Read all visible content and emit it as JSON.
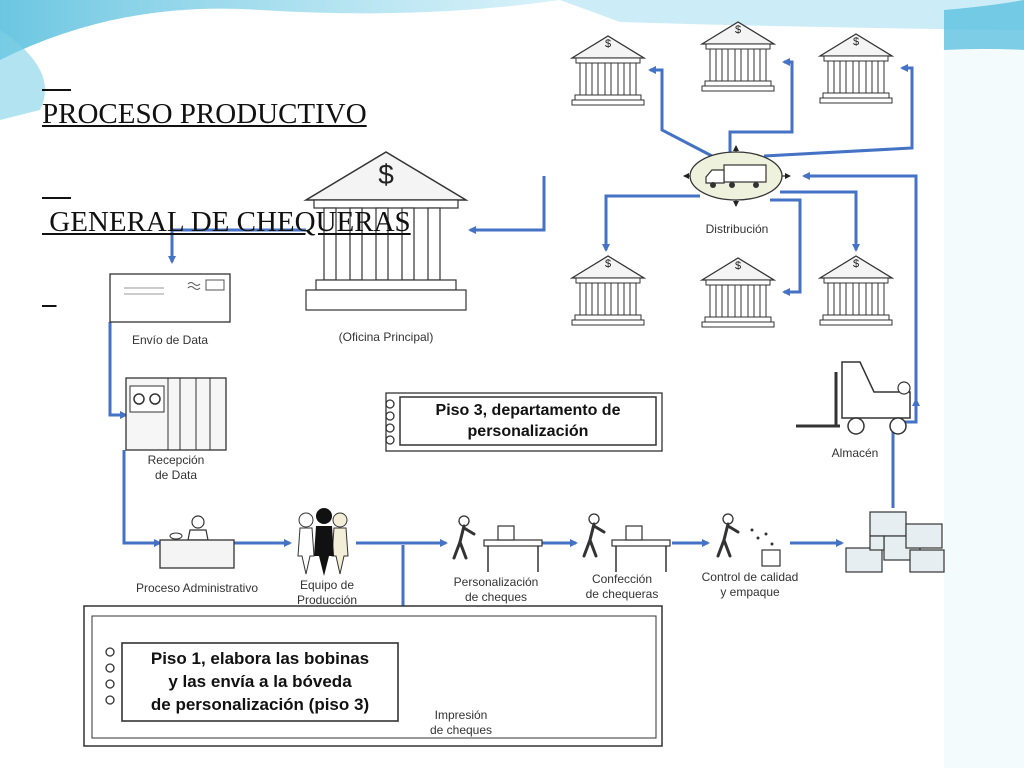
{
  "slide": {
    "title_line1": "PROCESO PRODUCTIVO",
    "title_line2": " GENERAL DE CHEQUERAS"
  },
  "labels": {
    "distribucion": "Distribución",
    "oficina_principal": "(Oficina Principal)",
    "envio_data": "Envío de Data",
    "recepcion_data_1": "Recepción",
    "recepcion_data_2": "de Data",
    "proceso_administrativo": "Proceso Administrativo",
    "equipo_produccion_1": "Equipo de",
    "equipo_produccion_2": "Producción",
    "personalizacion_1": "Personalización",
    "personalizacion_2": "de cheques",
    "confeccion_1": "Confección",
    "confeccion_2": "de chequeras",
    "control_1": "Control de calidad",
    "control_2": "y empaque",
    "almacen": "Almacén",
    "impresion_1": "Impresión",
    "impresion_2": "de cheques"
  },
  "notes": {
    "piso3_line1": "Piso 3, departamento de",
    "piso3_line2": "personalización",
    "piso1_line1": "Piso 1, elabora las bobinas",
    "piso1_line2": "y las envía a la bóveda",
    "piso1_line3": "de personalización (piso 3)"
  },
  "icons": {
    "dollar": "$"
  },
  "colors": {
    "arrow": "#4472c4",
    "ribbon": "#5bc0de",
    "building": "#f2f2f2",
    "outline": "#333333"
  }
}
